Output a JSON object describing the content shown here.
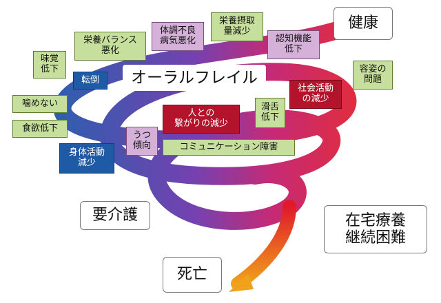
{
  "title": "オーラルフレイル",
  "stages": {
    "health": "健康",
    "home_care": "在宅療養\n継続困難",
    "care_needed": "要介護",
    "death": "死亡"
  },
  "items": {
    "taste_decline": "味覚\n低下",
    "balance_worse": "栄養バランス\n悪化",
    "poor_condition": "体調不良\n病気悪化",
    "nutrition_intake_down": "栄養摂取\n量減少",
    "cognitive_decline": "認知機能\n低下",
    "appearance_problem": "容姿の\n問題",
    "cannot_chew": "噛めない",
    "appetite_loss": "食欲低下",
    "fall": "転倒",
    "social_activity_down": "社会活動\nの減少",
    "less_connection": "人との\n繋がりの減少",
    "tongue_decline": "滑舌\n低下",
    "depression": "うつ\n傾向",
    "communication_disorder": "コミュニケーション障害",
    "physical_activity_down": "身体活動\n減少"
  },
  "colors": {
    "spiral_start": "#1f4fa8",
    "spiral_mid": "#7a2aa0",
    "spiral_end": "#e01a2a",
    "arrow_tip": "#f0a21a",
    "green_box": "#c6df9c",
    "purple_box": "#d5b0d8",
    "blue_box": "#1f5aa6",
    "red_box": "#b3142c"
  }
}
